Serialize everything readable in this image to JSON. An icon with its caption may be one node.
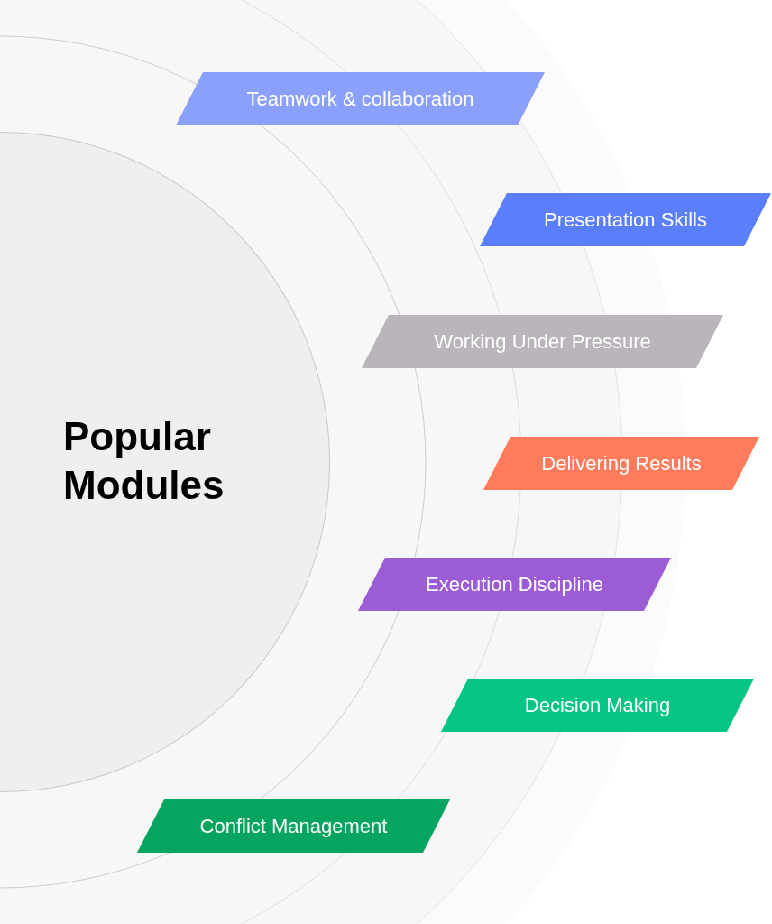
{
  "diagram": {
    "nodes": [
      {
        "text": [
          "Popular Modules"
        ]
      },
      {
        "text": [
          "Teamwork & collaboration"
        ]
      },
      {
        "text": [
          "Presentation Skills"
        ]
      },
      {
        "text": [
          "Working Under Pressure"
        ]
      },
      {
        "text": [
          "Delivering Results"
        ]
      },
      {
        "text": [
          "Execution Discipline"
        ]
      },
      {
        "text": [
          "Decision Making"
        ]
      },
      {
        "text": [
          "Conflict Management"
        ]
      }
    ]
  }
}
